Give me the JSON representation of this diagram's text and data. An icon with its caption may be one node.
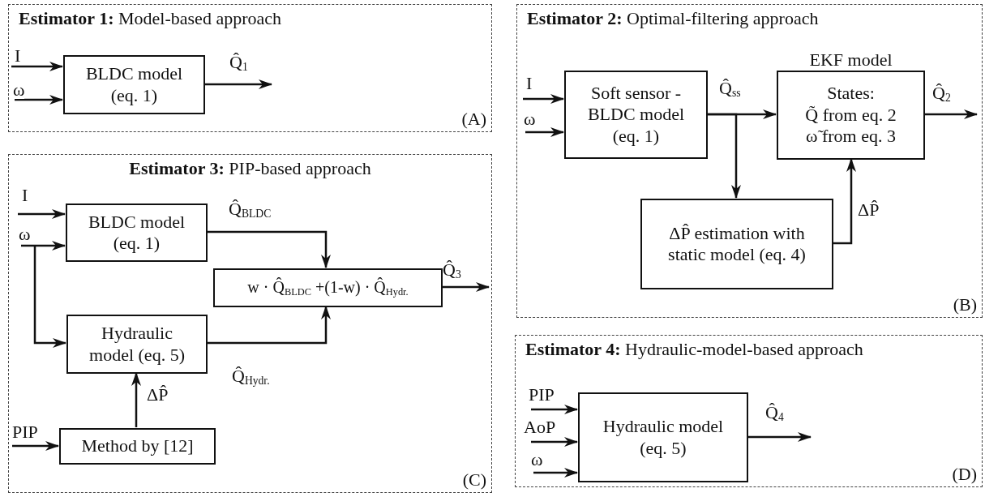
{
  "diagram": {
    "nodes": [
      {
        "text": [
          "**Estimator 1:** Model-based approach"
        ],
        "beside": [
          "(A)"
        ]
      },
      {
        "text": [
          "BLDC model (eq. 1)"
        ],
        "in": 0
      },
      {
        "text": [
          "**Estimator 2:** Optimal-filtering approach"
        ],
        "beside": [
          "(B)"
        ]
      },
      {
        "text": [
          "Soft sensor - BLDC model (eq. 1)"
        ],
        "in": 2
      },
      {
        "text": [
          "EKF model",
          "States:",
          "Q̃ from eq. 2",
          "ω̃ from eq. 3"
        ],
        "in": 2
      },
      {
        "text": [
          "ΔP̂ estimation with static model (eq. 4)"
        ],
        "in": 2
      },
      {
        "text": [
          "**Estimator 3:** PIP-based approach"
        ],
        "beside": [
          "(C)"
        ]
      },
      {
        "text": [
          "BLDC model (eq. 1)"
        ],
        "in": 6
      },
      {
        "text": [
          "Hydraulic model (eq. 5)"
        ],
        "in": 6
      },
      {
        "text": [
          "w · Q̂$_{BLDC}$ +(1-w) · Q̂$_{Hydr.}$"
        ],
        "in": 6
      },
      {
        "text": [
          "Method by [12]"
        ],
        "in": 6
      },
      {
        "text": [
          "**Estimator 4:** Hydraulic-model-based approach"
        ],
        "beside": [
          "(D)"
        ]
      },
      {
        "text": [
          "Hydraulic model (eq. 5)"
        ],
        "in": 11
      }
    ],
    "edges": [
      {
        "from": null,
        "to": 1,
        "arrow": "to",
        "label": "I"
      },
      {
        "from": null,
        "to": 1,
        "arrow": "to",
        "label": "ω"
      },
      {
        "from": 1,
        "to": null,
        "arrow": "to",
        "label": "Q̂$_{1}$"
      },
      {
        "from": null,
        "to": 3,
        "arrow": "to",
        "label": "I"
      },
      {
        "from": null,
        "to": 3,
        "arrow": "to",
        "label": "ω"
      },
      {
        "from": 3,
        "to": 4,
        "arrow": "to",
        "label": "Q̂$_{ss}$"
      },
      {
        "from": 3,
        "to": 5,
        "arrow": "to"
      },
      {
        "from": 5,
        "to": 4,
        "arrow": "to",
        "label": "ΔP̂"
      },
      {
        "from": 4,
        "to": null,
        "arrow": "to",
        "label": "Q̂$_{2}$"
      },
      {
        "from": null,
        "to": 7,
        "arrow": "to",
        "label": "I"
      },
      {
        "from": null,
        "to": 7,
        "arrow": "to",
        "label": "ω"
      },
      {
        "from": null,
        "to": 8,
        "arrow": "to"
      },
      {
        "from": 7,
        "to": 9,
        "arrow": "to",
        "label": "Q̂$_{BLDC}$"
      },
      {
        "from": 8,
        "to": 9,
        "arrow": "to",
        "label": "Q̂$_{Hydr.}$"
      },
      {
        "from": 10,
        "to": 8,
        "arrow": "to",
        "label": "ΔP̂"
      },
      {
        "from": null,
        "to": 10,
        "arrow": "to",
        "label": "PIP"
      },
      {
        "from": 9,
        "to": null,
        "arrow": "to",
        "label": "Q̂$_{3}$"
      },
      {
        "from": null,
        "to": 12,
        "arrow": "to",
        "label": "PIP"
      },
      {
        "from": null,
        "to": 12,
        "arrow": "to",
        "label": "AoP"
      },
      {
        "from": null,
        "to": 12,
        "arrow": "to",
        "label": "ω"
      },
      {
        "from": 12,
        "to": null,
        "arrow": "to",
        "label": "Q̂$_{4}$"
      }
    ]
  }
}
